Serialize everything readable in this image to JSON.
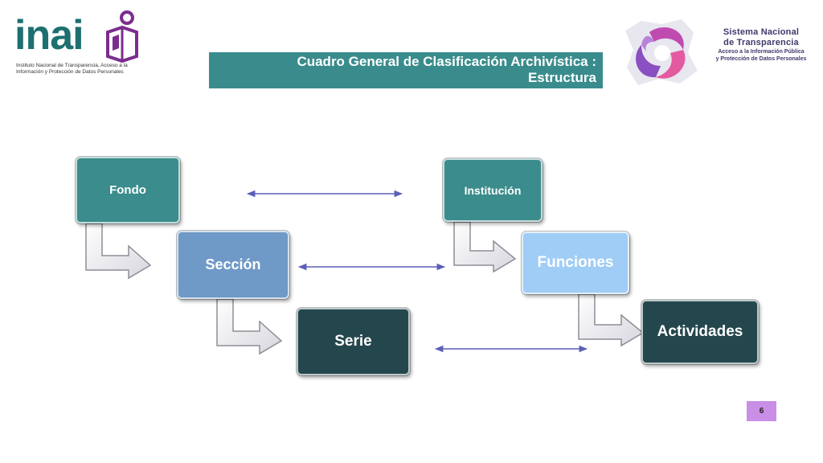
{
  "header": {
    "inai_logo_text": "inai",
    "inai_subtitle": "Instituto Nacional de Transparencia, Acceso a la Información y Protección de Datos Personales",
    "title": "Cuadro General de Clasificación Archivística : Estructura",
    "snt_line1": "Sistema Nacional",
    "snt_line2": "de Transparencia",
    "snt_line3": "Acceso a la Información Pública",
    "snt_line4": "y Protección de Datos Personales"
  },
  "diagram": {
    "left": [
      "Fondo",
      "Sección",
      "Serie"
    ],
    "right": [
      "Institución",
      "Funciones",
      "Actividades"
    ]
  },
  "colors": {
    "teal": "#3b8c8c",
    "blue": "#6f99c7",
    "light_blue": "#9fcdf6",
    "dark": "#24474d",
    "connector": "#5b5fb8",
    "page_badge": "#c98ee6"
  },
  "footer": {
    "page_number": "6"
  }
}
